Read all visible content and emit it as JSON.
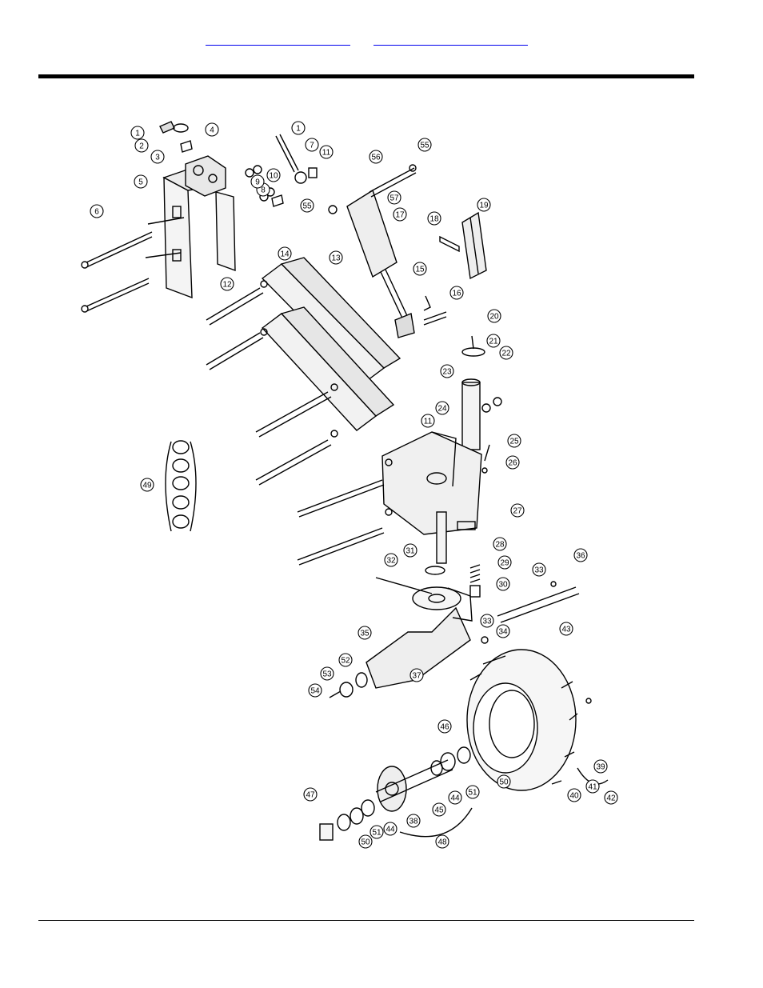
{
  "header": {
    "links": [
      {
        "text": ""
      },
      {
        "text": ""
      }
    ]
  },
  "diagram": {
    "callouts": [
      "1",
      "2",
      "3",
      "4",
      "1",
      "5",
      "6",
      "7",
      "8",
      "9",
      "10",
      "11",
      "56",
      "55",
      "57",
      "55",
      "17",
      "18",
      "19",
      "12",
      "13",
      "14",
      "15",
      "16",
      "20",
      "21",
      "22",
      "23",
      "11",
      "24",
      "25",
      "26",
      "27",
      "49",
      "28",
      "31",
      "29",
      "30",
      "32",
      "33",
      "36",
      "43",
      "33",
      "34",
      "35",
      "37",
      "52",
      "53",
      "54",
      "46",
      "50",
      "51",
      "44",
      "45",
      "38",
      "44",
      "51",
      "47",
      "50",
      "48",
      "40",
      "41",
      "39",
      "42"
    ]
  }
}
